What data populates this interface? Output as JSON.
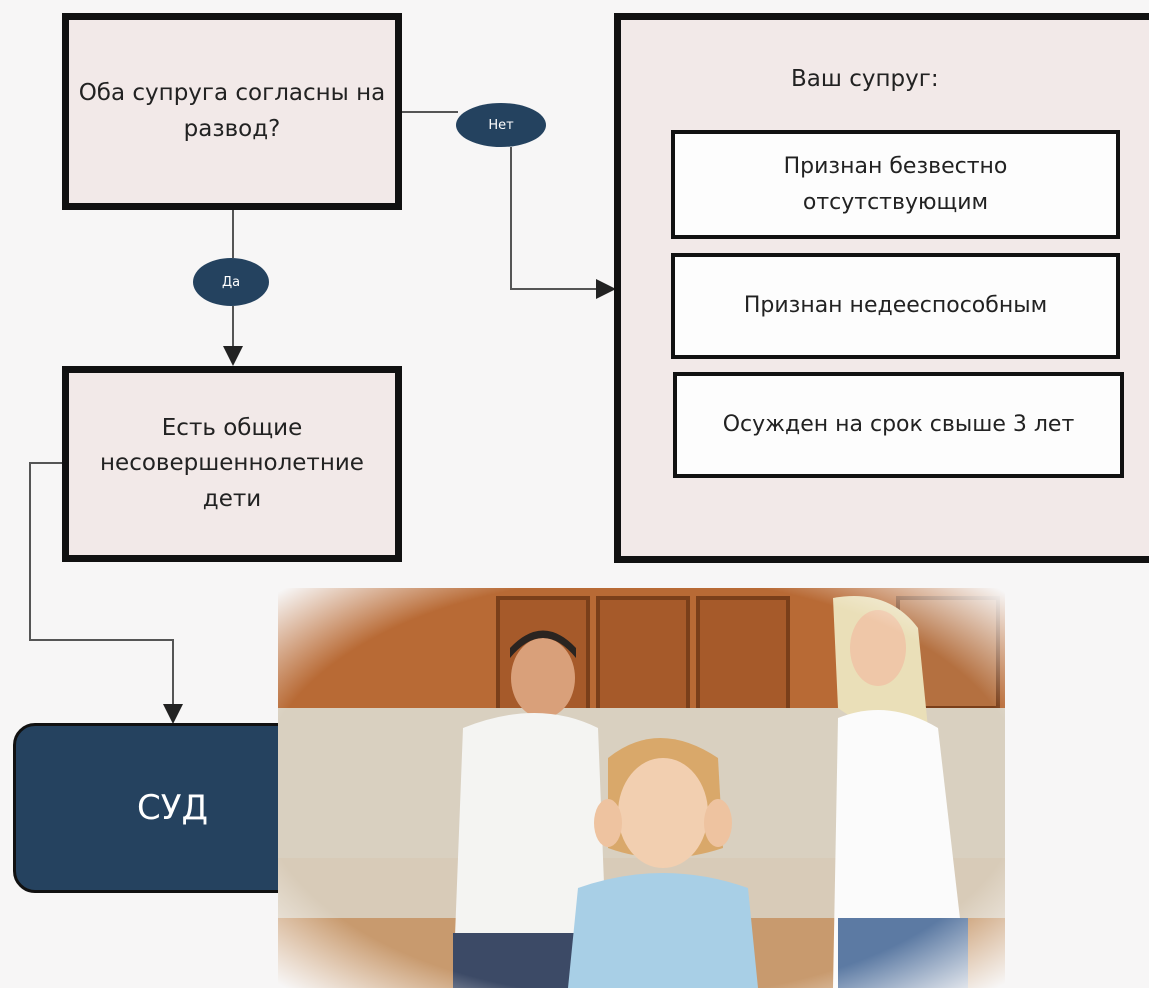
{
  "question": "Оба супруга согласны на развод?",
  "no_label": "Нет",
  "yes_label": "Да",
  "spouse_panel": {
    "title": "Ваш супруг:",
    "options": [
      "Признан безвестно отсутствующим",
      "Признан недееспособным",
      "Осужден на срок свыше 3 лет"
    ]
  },
  "kids_question": "Есть общие несовершеннолетние дети",
  "court_label": "СУД",
  "colors": {
    "box_fill": "#f2e9e8",
    "border": "#111111",
    "pill_fill": "#24425f",
    "court_fill": "#25425f"
  },
  "photo": {
    "description_icon": "family-quarrel-photo"
  }
}
